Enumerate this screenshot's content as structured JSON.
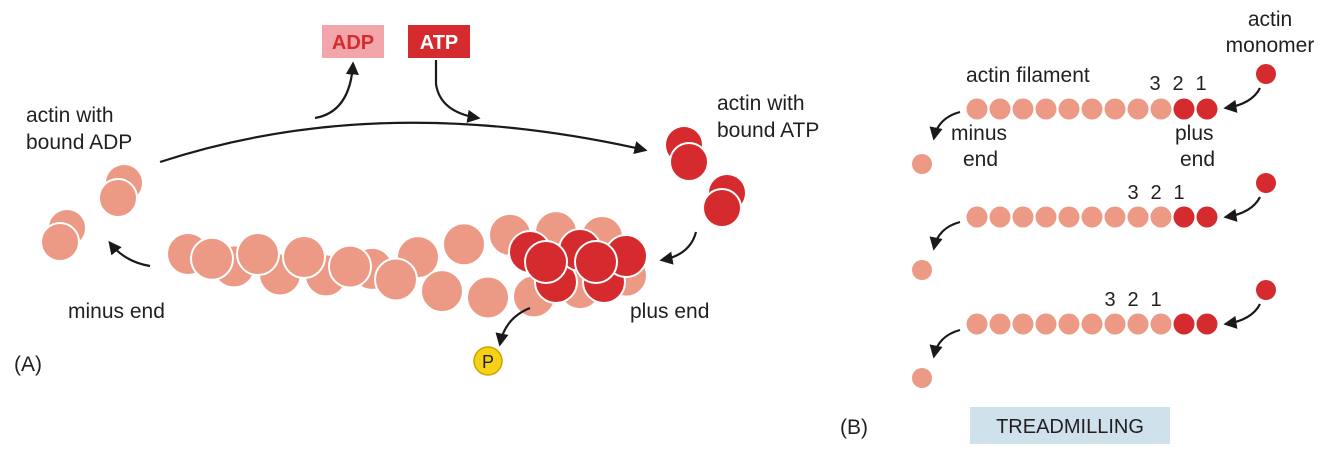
{
  "panel_a": {
    "panel_label": "(A)",
    "adp_box": "ADP",
    "atp_box": "ATP",
    "label_adp_actin_line1": "actin with",
    "label_adp_actin_line2": "bound ADP",
    "label_atp_actin_line1": "actin with",
    "label_atp_actin_line2": "bound ATP",
    "minus_end": "minus end",
    "plus_end": "plus end",
    "phosphate": "P"
  },
  "panel_b": {
    "panel_label": "(B)",
    "monomer_line1": "actin",
    "monomer_line2": "monomer",
    "filament_label": "actin filament",
    "minus_line1": "minus",
    "minus_line2": "end",
    "plus_line1": "plus",
    "plus_line2": "end",
    "numbers": [
      "3",
      "2",
      "1"
    ],
    "caption": "TREADMILLING"
  },
  "colors": {
    "adp_actin": "#ec9a85",
    "atp_actin": "#d52b2e",
    "adp_box_bg": "#f3a6a9",
    "atp_box_bg": "#d52b2e",
    "phosphate": "#f7d117",
    "caption_bg": "#cfe1ea"
  }
}
